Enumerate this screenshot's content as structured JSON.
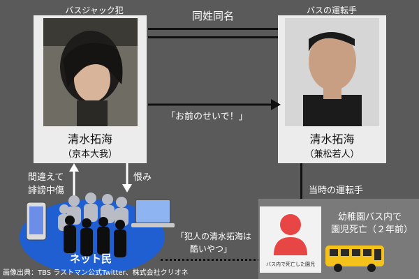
{
  "left_card": {
    "top_caption": "バスジャック犯",
    "name": "清水拓海",
    "actor": "（京本大我）"
  },
  "right_card": {
    "top_caption": "バスの運転手",
    "name": "清水拓海",
    "actor": "（兼松若人）"
  },
  "same_name_label": "同姓同名",
  "blame_quote": "「お前のせいで！」",
  "left_arrow_labels": {
    "up_line1": "間違えて",
    "up_line2": "誹謗中傷",
    "down": "恨み"
  },
  "driver_at_time": "当時の運転手",
  "kindergarten_line1": "幼稚園バス内で",
  "kindergarten_line2": "園児死亡（２年前）",
  "netizen_label": "ネット民",
  "netizen_quote_line1": "「犯人の清水拓海は",
  "netizen_quote_line2": "酷いやつ」",
  "victim_caption": "バス内で死亡した園児",
  "source_credit": "画像出典：TBS ラストマン公式Twitter、株式会社クリオネ",
  "colors": {
    "background": "#5a5a5a",
    "card": "#ececec",
    "victim_red": "#e84545",
    "bus_yellow": "#f4c21b",
    "netizen_blue": "#1f5fd1"
  }
}
